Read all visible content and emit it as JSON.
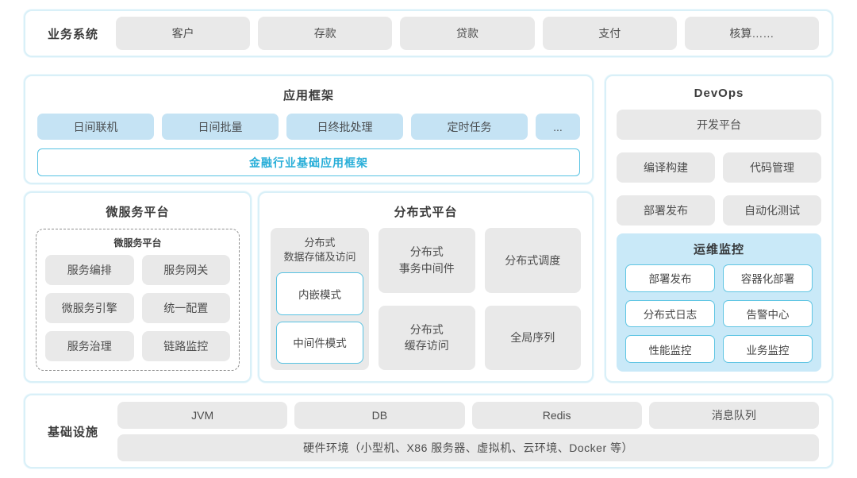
{
  "colors": {
    "panel_border": "#d9f0f8",
    "gray_box": "#e9e9e9",
    "blue_box": "#c5e3f4",
    "teal_border": "#57c2e2",
    "teal_text": "#28aed8",
    "monitor_bg": "#c9e9f8"
  },
  "business_systems": {
    "label": "业务系统",
    "items": [
      "客户",
      "存款",
      "贷款",
      "支付",
      "核算……"
    ]
  },
  "app_framework": {
    "title": "应用框架",
    "modules": [
      "日间联机",
      "日间批量",
      "日终批处理",
      "定时任务",
      "..."
    ],
    "base_frame": "金融行业基础应用框架"
  },
  "microservice_platform": {
    "title": "微服务平台",
    "inner_title": "微服务平台",
    "items": [
      "服务编排",
      "服务网关",
      "微服务引擎",
      "统一配置",
      "服务治理",
      "链路监控"
    ]
  },
  "distributed_platform": {
    "title": "分布式平台",
    "storage": {
      "label": "分布式\n数据存储及访问",
      "modes": [
        "内嵌模式",
        "中间件模式"
      ]
    },
    "col2": [
      "分布式\n事务中间件",
      "分布式\n缓存访问"
    ],
    "col3": [
      "分布式调度",
      "全局序列"
    ]
  },
  "devops": {
    "title": "DevOps",
    "platform": "开发平台",
    "tools": [
      "编译构建",
      "代码管理",
      "部署发布",
      "自动化测试"
    ],
    "monitoring": {
      "title": "运维监控",
      "items": [
        "部署发布",
        "容器化部署",
        "分布式日志",
        "告警中心",
        "性能监控",
        "业务监控"
      ]
    }
  },
  "infrastructure": {
    "label": "基础设施",
    "items": [
      "JVM",
      "DB",
      "Redis",
      "消息队列"
    ],
    "hardware": "硬件环境（小型机、X86 服务器、虚拟机、云环境、Docker 等）"
  }
}
